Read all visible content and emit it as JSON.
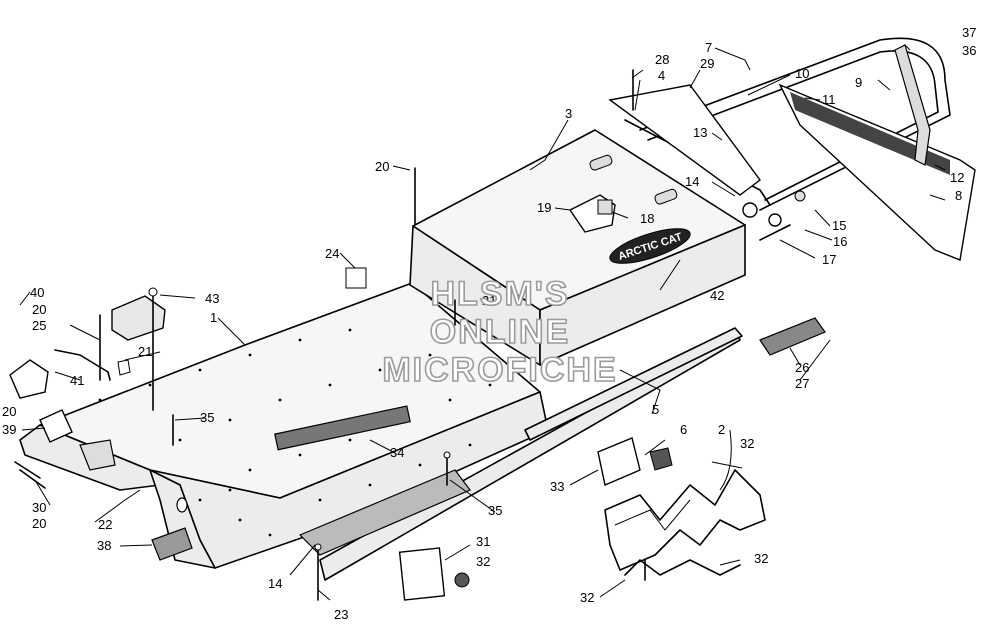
{
  "diagram": {
    "callouts": [
      "1",
      "2",
      "3",
      "4",
      "5",
      "6",
      "7",
      "8",
      "9",
      "10",
      "11",
      "12",
      "13",
      "14",
      "15",
      "16",
      "17",
      "18",
      "19",
      "20",
      "21",
      "22",
      "23",
      "24",
      "25",
      "26",
      "27",
      "28",
      "29",
      "30",
      "31",
      "32",
      "33",
      "34",
      "35",
      "36",
      "37",
      "38",
      "39",
      "40",
      "41",
      "42",
      "43"
    ],
    "decal_text": "ARCTIC CAT",
    "watermark": [
      "HLSM'S",
      "ONLINE",
      "MICROFICHE"
    ]
  }
}
